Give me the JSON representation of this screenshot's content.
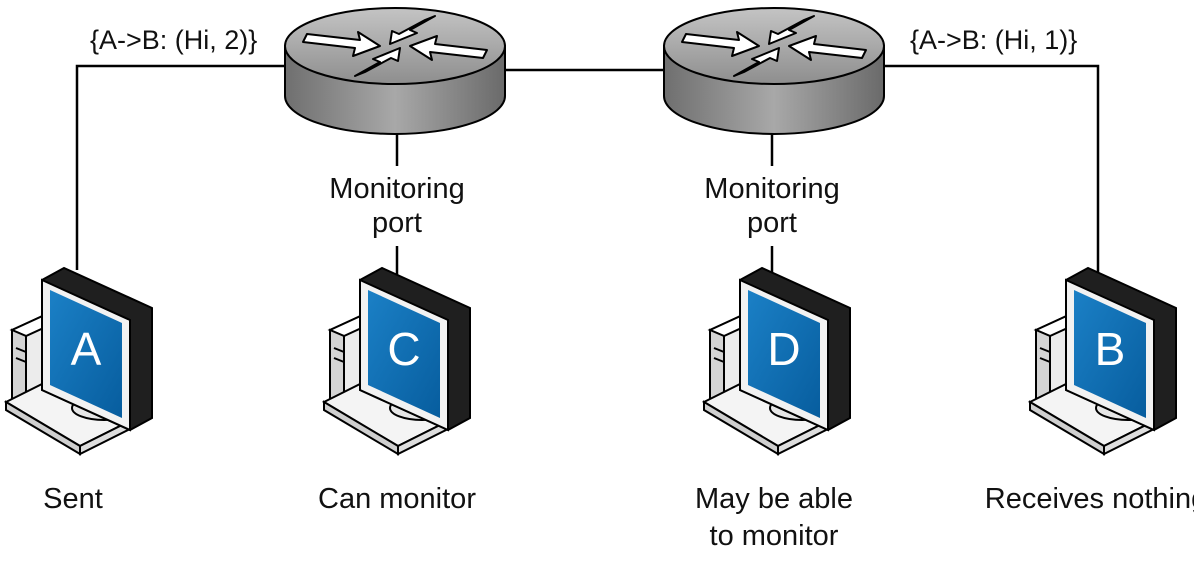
{
  "packets": {
    "left": "{A->B: (Hi, 2)}",
    "right": "{A->B: (Hi, 1)}"
  },
  "routers": {
    "left": {
      "port_label_line1": "Monitoring",
      "port_label_line2": "port"
    },
    "right": {
      "port_label_line1": "Monitoring",
      "port_label_line2": "port"
    }
  },
  "computers": {
    "a": {
      "letter": "A",
      "caption_line1": "Sent"
    },
    "c": {
      "letter": "C",
      "caption_line1": "Can monitor"
    },
    "d": {
      "letter": "D",
      "caption_line1": "May be able",
      "caption_line2": "to monitor"
    },
    "b": {
      "letter": "B",
      "caption_line1": "Receives nothing"
    }
  },
  "colors": {
    "screen_blue": "#0a6fb8",
    "router_gray": "#9a9a9a",
    "line": "#000000"
  }
}
